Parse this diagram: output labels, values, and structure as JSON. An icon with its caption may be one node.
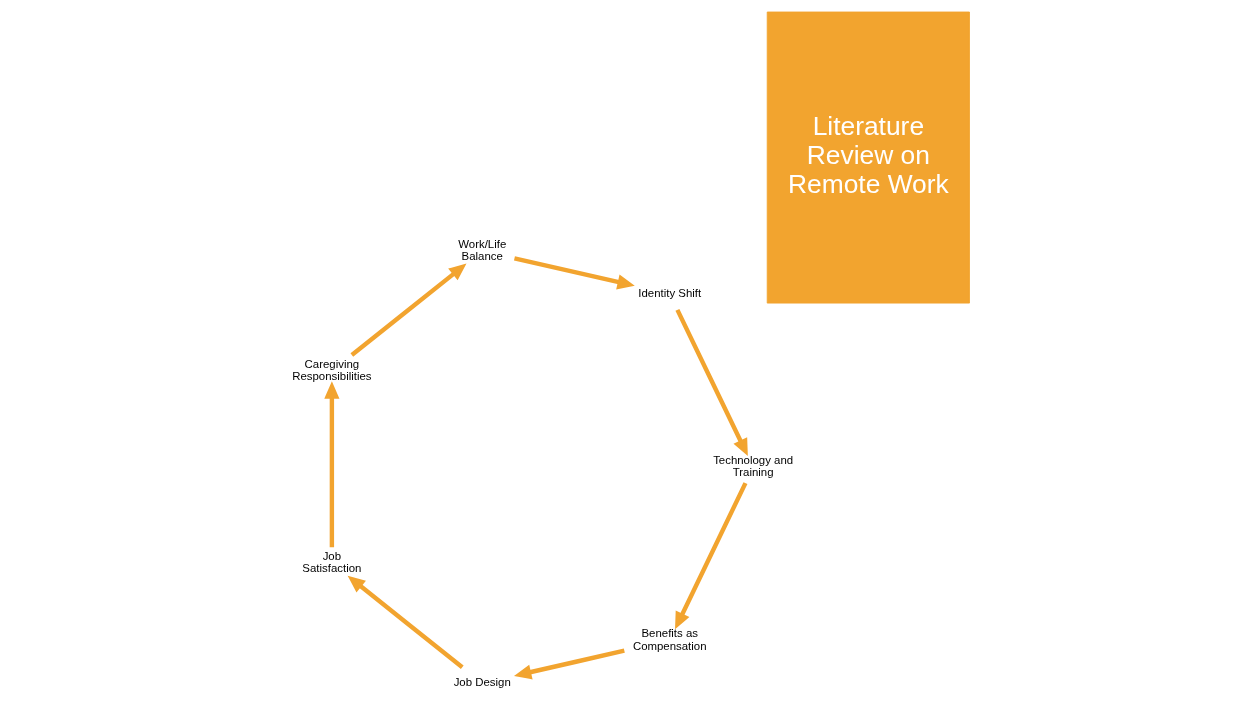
{
  "diagram": {
    "nodes": [
      {
        "text": [
          "Literature Review on Remote Work"
        ]
      },
      {
        "text": [
          "Benefits as Compensation"
        ]
      },
      {
        "text": [
          "Job Design"
        ]
      },
      {
        "text": [
          "Job Satisfaction"
        ]
      },
      {
        "text": [
          "Caregiving Responsibilities"
        ]
      },
      {
        "text": [
          "Work/Life Balance"
        ]
      },
      {
        "text": [
          "Identity Shift"
        ]
      },
      {
        "text": [
          "Technology and Training"
        ]
      }
    ],
    "edges": [
      {
        "from": 1,
        "to": 2,
        "arrow": "to"
      },
      {
        "from": 2,
        "to": 3,
        "arrow": "to"
      },
      {
        "from": 3,
        "to": 4,
        "arrow": "to"
      },
      {
        "from": 4,
        "to": 5,
        "arrow": "to"
      },
      {
        "from": 5,
        "to": 6,
        "arrow": "to"
      },
      {
        "from": 6,
        "to": 7,
        "arrow": "to"
      },
      {
        "from": 7,
        "to": 1,
        "arrow": "to"
      }
    ]
  }
}
